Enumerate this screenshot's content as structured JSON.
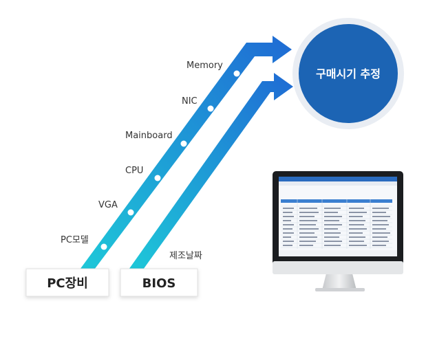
{
  "diagram": {
    "target": "구매시기 추정",
    "sources": [
      {
        "label": "PC장비",
        "steps": [
          "PC모델",
          "VGA",
          "CPU",
          "Mainboard",
          "NIC",
          "Memory"
        ]
      },
      {
        "label": "BIOS",
        "steps": [
          "제조날짜"
        ]
      }
    ]
  },
  "colors": {
    "arrow_start": "#1ec8d8",
    "arrow_end": "#1f6ad4",
    "circle_fill": "#1c64b4",
    "circle_ring": "#e9edf3",
    "box_border": "#e2e2e2",
    "text": "#333333"
  }
}
